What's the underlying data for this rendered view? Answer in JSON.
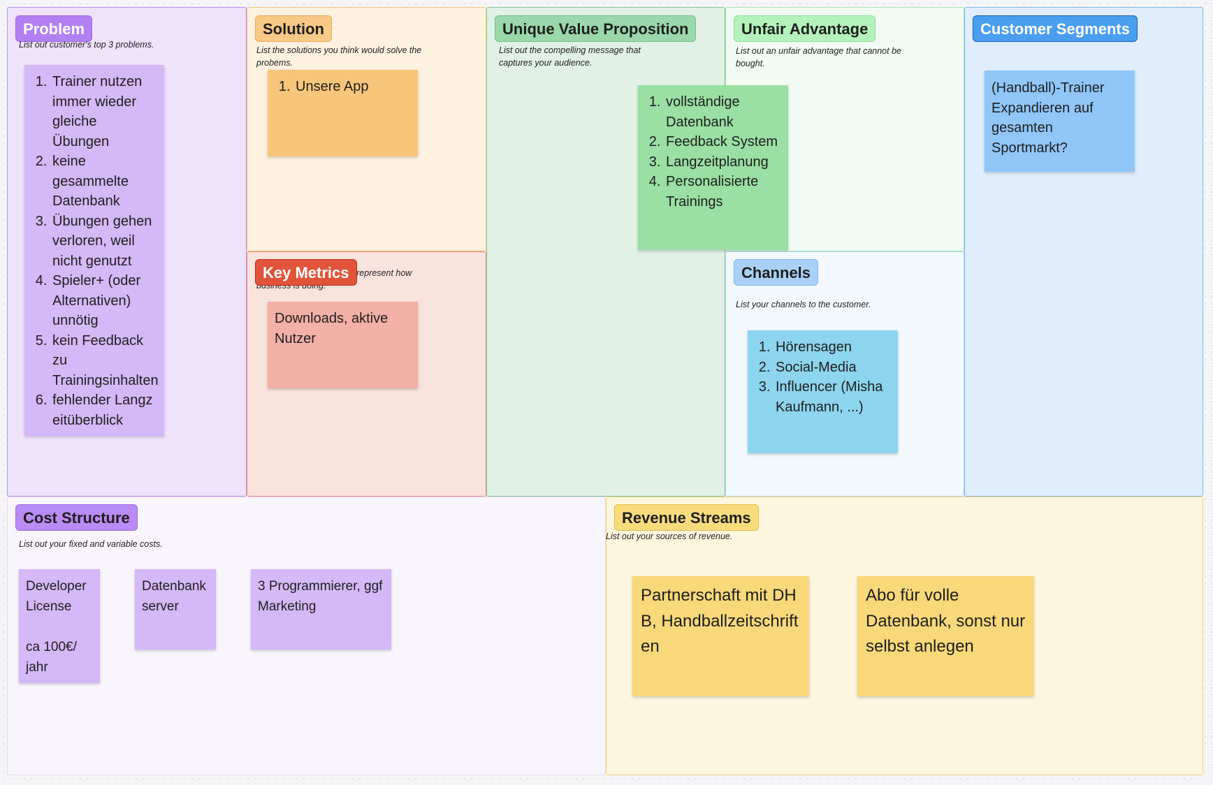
{
  "problem": {
    "title": "Problem",
    "hint": "List out customer's top 3 problems.",
    "items": [
      "Trainer nutzen immer wieder gleiche Übungen",
      "keine gesammelte Datenbank",
      "Übungen gehen verloren, weil nicht genutzt",
      "Spieler+ (oder Alternativen) unnötig",
      "kein Feedback zu Trainingsinhalten",
      "fehlender Langzeitüberblick"
    ]
  },
  "solution": {
    "title": "Solution",
    "hint": "List the solutions you think would solve the probems.",
    "items": [
      "Unsere App"
    ]
  },
  "key_metrics": {
    "title": "Key Metrics",
    "hint": "List the key numbers that represent how business is doing.",
    "note": "Downloads, aktive Nutzer"
  },
  "uvp": {
    "title": "Unique Value Proposition",
    "hint": "List out the compelling message that captures your audience.",
    "items": [
      "vollständige Datenbank",
      "Feedback System",
      "Langzeitplanung",
      "Personalisierte Trainings"
    ]
  },
  "unfair_advantage": {
    "title": "Unfair Advantage",
    "hint": "List out an unfair advantage that cannot be bought."
  },
  "channels": {
    "title": "Channels",
    "hint": "List your channels to the customer.",
    "items": [
      "Hörensagen",
      "Social-Media",
      "Influencer (Misha Kaufmann, ...)"
    ]
  },
  "customer_segments": {
    "title": "Customer Segments",
    "note_lines": [
      "(Handball)-Trainer",
      "Expandieren auf gesamten Sportmarkt?"
    ]
  },
  "cost_structure": {
    "title": "Cost Structure",
    "hint": "List out your fixed and variable costs.",
    "notes": [
      {
        "lines": [
          "Developer License",
          "",
          "ca 100€/ jahr"
        ]
      },
      {
        "lines": [
          "Datenbank server"
        ]
      },
      {
        "lines": [
          "3 Programmierer, ggf Marketing"
        ]
      }
    ]
  },
  "revenue_streams": {
    "title": "Revenue Streams",
    "hint": "List out your sources of revenue.",
    "notes": [
      {
        "text": "Partnerschaft mit DHB, Handballzeitschriften"
      },
      {
        "text": "Abo für volle Datenbank, sonst nur selbst anlegen"
      }
    ]
  },
  "colors": {
    "problem": "#9b59f0",
    "solution": "#f6c177",
    "key_metrics": "#e2543a",
    "uvp": "#96dba4",
    "unfair_advantage": "#a8f0b0",
    "channels": "#9fd0f7",
    "customer_segments": "#4a9ef0",
    "cost_structure": "#b98bf5",
    "revenue_streams": "#f8dc7c"
  }
}
